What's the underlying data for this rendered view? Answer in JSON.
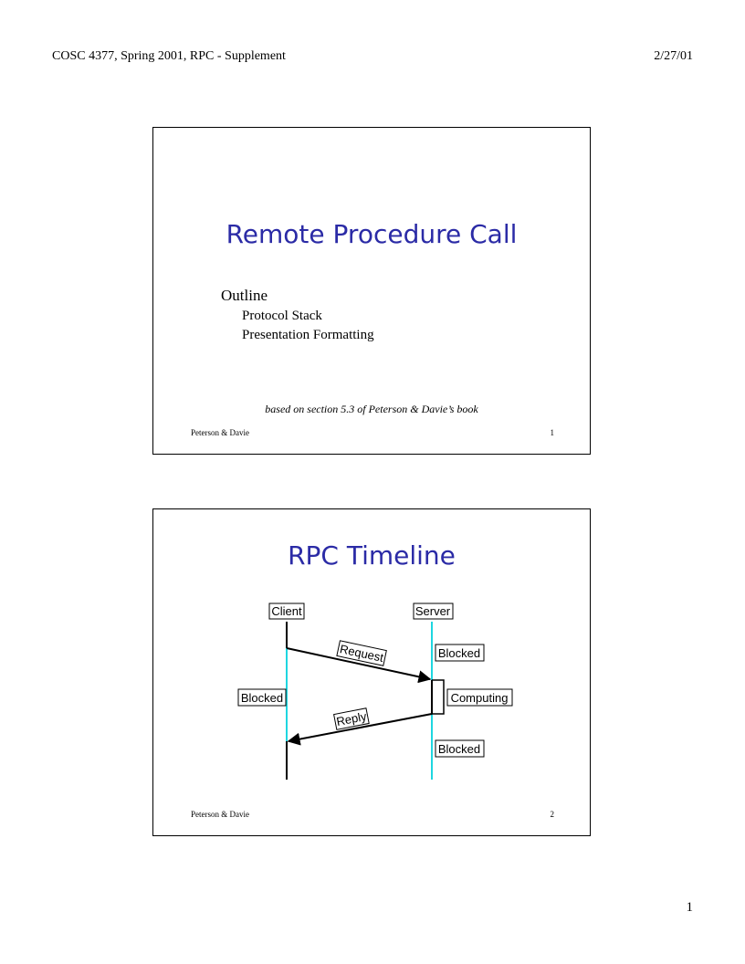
{
  "header": {
    "left": "COSC 4377, Spring 2001, RPC - Supplement",
    "right": "2/27/01"
  },
  "slide1": {
    "title": "Remote Procedure Call",
    "outline_heading": "Outline",
    "outline_items": [
      "Protocol Stack",
      "Presentation Formatting"
    ],
    "note": "based on section 5.3 of Peterson & Davie’s book",
    "footer_left": "Peterson & Davie",
    "footer_right": "1"
  },
  "slide2": {
    "title": "RPC Timeline",
    "diagram": {
      "client": "Client",
      "server": "Server",
      "request": "Request",
      "reply": "Reply",
      "client_blocked": "Blocked",
      "server_blocked_top": "Blocked",
      "computing": "Computing",
      "server_blocked_bottom": "Blocked"
    },
    "footer_left": "Peterson & Davie",
    "footer_right": "2"
  },
  "page_number": "1",
  "colors": {
    "title": "#2b2ba6",
    "timeline": "#1ed6e0"
  }
}
